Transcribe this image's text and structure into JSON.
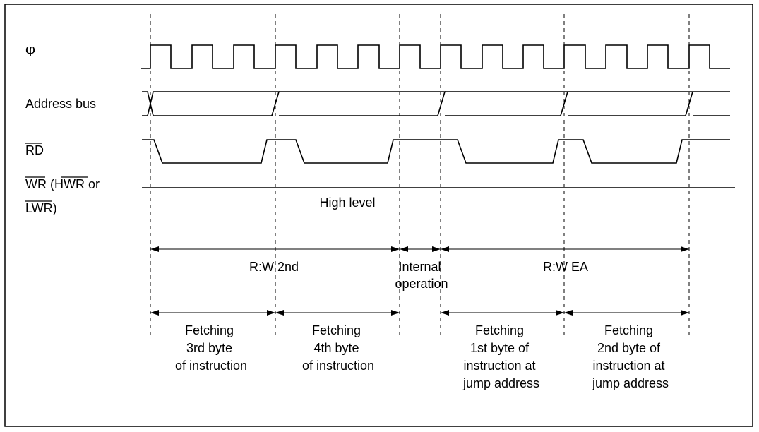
{
  "signals": {
    "clock": "φ",
    "address_bus": "Address bus",
    "rd": "RD",
    "wr_line1": {
      "wr": "WR",
      "open_paren": " (",
      "hwr": "HWR",
      "or_word": " or"
    },
    "wr_line2": {
      "lwr": "LWR",
      "close_paren": ")"
    },
    "high_level": "High level"
  },
  "states": {
    "rw_2nd": "R:W 2nd",
    "internal": [
      "Internal",
      "operation"
    ],
    "rw_ea": "R:W EA"
  },
  "fetches": [
    {
      "lines": [
        "Fetching",
        "3rd byte",
        "of instruction"
      ]
    },
    {
      "lines": [
        "Fetching",
        "4th byte",
        "of instruction"
      ]
    },
    {
      "lines": [
        "Fetching",
        "1st byte of",
        "instruction at",
        "jump address"
      ]
    },
    {
      "lines": [
        "Fetching",
        "2nd byte of",
        "instruction at",
        "jump address"
      ]
    }
  ]
}
